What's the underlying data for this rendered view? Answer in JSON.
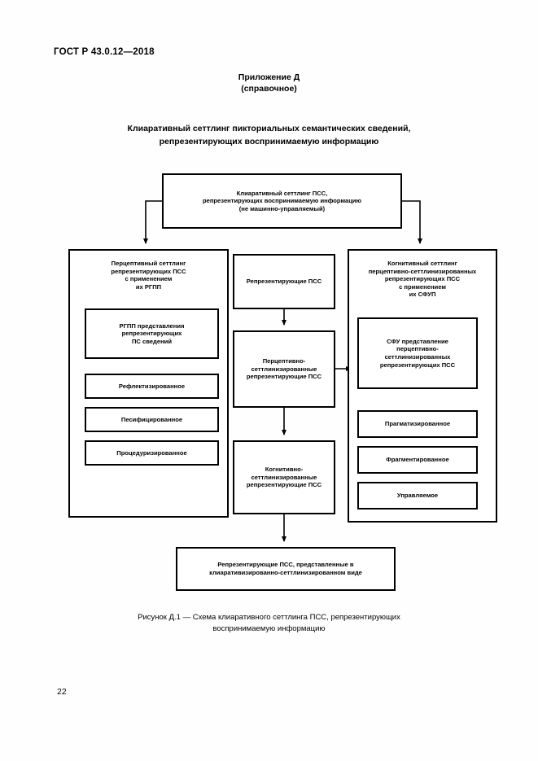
{
  "document": {
    "running_head": "ГОСТ Р 43.0.12—2018",
    "page_number": "22"
  },
  "annex": {
    "title": "Приложение Д",
    "subtitle": "(справочное)"
  },
  "figure_heading": {
    "line1": "Клиаративный сеттлинг пикториальных семантических сведений,",
    "line2": "репрезентирующих воспринимаемую информацию"
  },
  "diagram": {
    "top_node": {
      "line1": "Клиаративный сеттлинг ПСС,",
      "line2": "репрезентирующих воспринимаемую информацию",
      "line3": "(не машинно-управляемый)"
    },
    "left_group": {
      "line1": "Перцептивный сеттлинг",
      "line2": "репрезентирующих ПСС",
      "line3": "с применением",
      "line4": "их РГПП",
      "items": [
        {
          "line1": "РГПП представления",
          "line2": "репрезентирующих",
          "line3": "ПС сведений"
        },
        {
          "line1": "Рефлектизированное"
        },
        {
          "line1": "Песифицированное"
        },
        {
          "line1": "Процедуризированное"
        }
      ]
    },
    "middle_column": [
      {
        "line1": "Репрезентирующие ПСС"
      },
      {
        "line1": "Перцептивно-",
        "line2": "сеттлинизированные",
        "line3": "репрезентирующие ПСС"
      },
      {
        "line1": "Когнитивно-",
        "line2": "сеттлинизированные",
        "line3": "репрезентирующие ПСС"
      }
    ],
    "right_group": {
      "line1": "Когнитивный сеттлинг",
      "line2": "перцептивно-сеттлинизированных",
      "line3": "репрезентирующих ПСС",
      "line4": "с применением",
      "line5": "их СФУП",
      "items": [
        {
          "line1": "СФУ представление",
          "line2": "перцептивно-",
          "line3": "сеттлинизированных",
          "line4": "репрезентирующих ПСС"
        },
        {
          "line1": "Прагматизированное"
        },
        {
          "line1": "Фрагментированное"
        },
        {
          "line1": "Управляемое"
        }
      ]
    },
    "bottom_node": {
      "line1": "Репрезентирующие ПСС, представленные в",
      "line2": "клиаративизированно-сеттлинизированном виде"
    }
  },
  "caption": {
    "line1": "Рисунок Д.1 — Схема клиаративного сеттлинга ПСС, репрезентирующих",
    "line2": "воспринимаемую информацию"
  },
  "colors": {
    "ink": "#000000",
    "paper": "#ffffff"
  }
}
